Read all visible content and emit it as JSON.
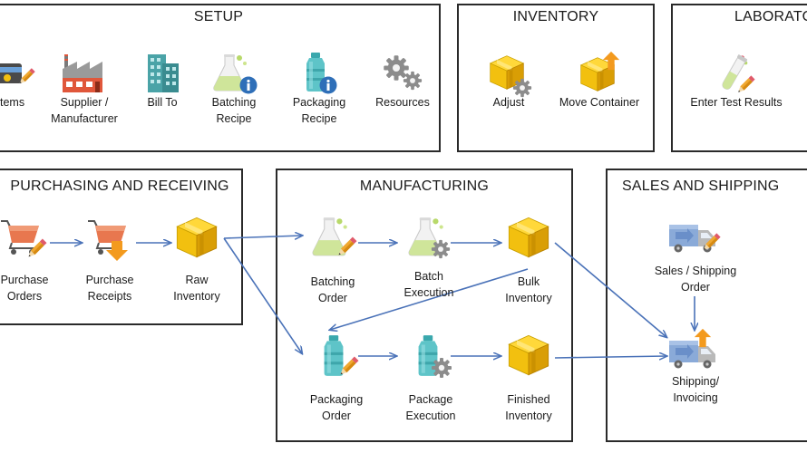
{
  "panels": {
    "setup": "SETUP",
    "inventory": "INVENTORY",
    "laboratory": "LABORATO",
    "purchasing": "PURCHASING AND RECEIVING",
    "manufacturing": "MANUFACTURING",
    "sales": "SALES AND SHIPPING"
  },
  "setup": {
    "items": [
      "tems"
    ],
    "supplier": [
      "Supplier /",
      "Manufacturer"
    ],
    "billto": [
      "Bill To"
    ],
    "batching_recipe": [
      "Batching",
      "Recipe"
    ],
    "packaging_recipe": [
      "Packaging",
      "Recipe"
    ],
    "resources": [
      "Resources"
    ]
  },
  "inventory": {
    "adjust": [
      "Adjust"
    ],
    "move_container": [
      "Move Container"
    ]
  },
  "laboratory": {
    "enter_test_results": [
      "Enter Test Results"
    ]
  },
  "purchasing": {
    "purchase_orders": [
      "Purchase",
      "Orders"
    ],
    "purchase_receipts": [
      "Purchase",
      "Receipts"
    ],
    "raw_inventory": [
      "Raw",
      "Inventory"
    ]
  },
  "manufacturing": {
    "batching_order": [
      "Batching",
      "Order"
    ],
    "batch_execution": [
      "Batch",
      "Execution"
    ],
    "bulk_inventory": [
      "Bulk",
      "Inventory"
    ],
    "packaging_order": [
      "Packaging",
      "Order"
    ],
    "package_execution": [
      "Package",
      "Execution"
    ],
    "finished_inventory": [
      "Finished",
      "Inventory"
    ]
  },
  "sales": {
    "sales_shipping_order": [
      "Sales / Shipping",
      "Order"
    ],
    "shipping_invoicing": [
      "Shipping/",
      "Invoicing"
    ]
  },
  "icons": {
    "items": "items-pencil-icon",
    "supplier": "factory-icon",
    "billto": "office-building-icon",
    "batching_recipe": "flask-info-icon",
    "packaging_recipe": "bottle-info-icon",
    "resources": "gears-icon",
    "adjust": "box-gear-icon",
    "move_container": "box-arrow-icon",
    "enter_test_results": "test-tube-pencil-icon",
    "purchase_orders": "cart-pencil-icon",
    "purchase_receipts": "cart-arrow-icon",
    "raw_inventory": "box-icon",
    "batching_order": "flask-pencil-icon",
    "batch_execution": "flask-gear-icon",
    "bulk_inventory": "box-icon",
    "packaging_order": "bottle-pencil-icon",
    "package_execution": "bottle-gear-icon",
    "finished_inventory": "box-icon",
    "sales_shipping_order": "truck-pencil-icon",
    "shipping_invoicing": "truck-arrow-icon"
  },
  "colors": {
    "arrow": "#4a72b8",
    "box": "#f2c00f",
    "flask": "#cfe59a",
    "bottle": "#5ec4c8",
    "cart": "#e8774f",
    "truck": "#8aaad8",
    "pencil": "#f0a830",
    "gear": "#8c8c8c",
    "info": "#2f6fb8",
    "orange_arrow": "#f39a1e"
  }
}
